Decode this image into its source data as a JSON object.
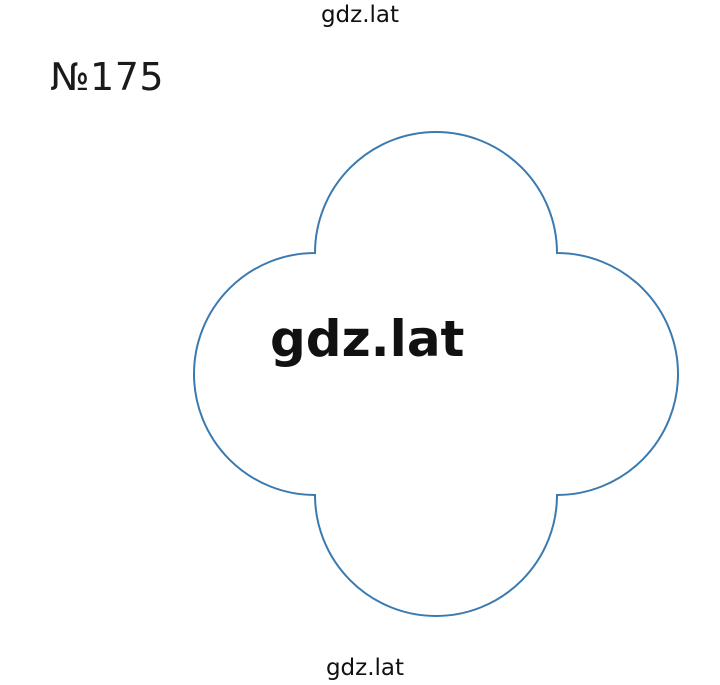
{
  "watermark": {
    "top": "gdz.lat",
    "center": "gdz.lat",
    "bottom": "gdz.lat"
  },
  "problem": {
    "number": "№175"
  },
  "shape": {
    "type": "quatrefoil",
    "stroke_color": "#3a7ab0",
    "fill_color": "#ffffff"
  }
}
